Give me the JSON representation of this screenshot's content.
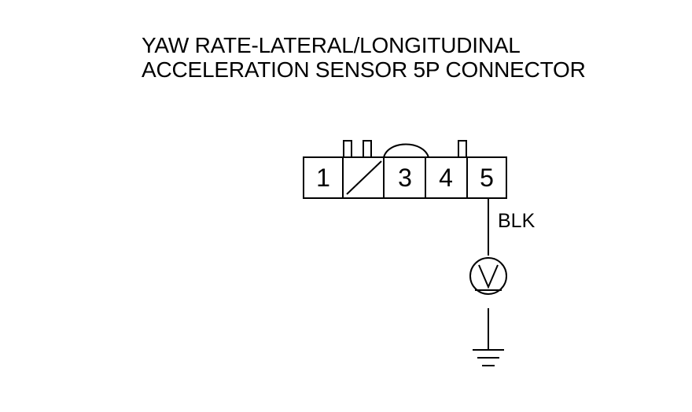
{
  "title": {
    "line1": "YAW RATE-LATERAL/LONGITUDINAL",
    "line2": "ACCELERATION SENSOR 5P CONNECTOR"
  },
  "connector": {
    "pins": [
      {
        "label": "1"
      },
      {
        "label": ""
      },
      {
        "label": "3"
      },
      {
        "label": "4"
      },
      {
        "label": "5"
      }
    ]
  },
  "wire": {
    "color_label": "BLK"
  },
  "meter": {
    "symbol": "V"
  },
  "colors": {
    "ink": "#000000",
    "background": "#ffffff"
  }
}
